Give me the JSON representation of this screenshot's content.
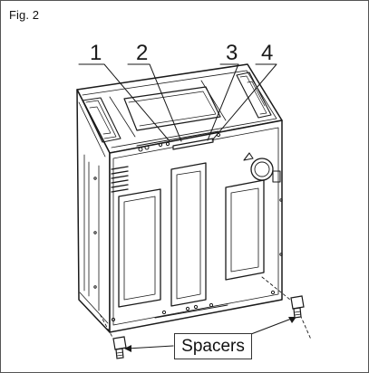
{
  "figure": {
    "label": "Fig. 2"
  },
  "callouts": [
    "1",
    "2",
    "3",
    "4"
  ],
  "spacers_label": "Spacers"
}
